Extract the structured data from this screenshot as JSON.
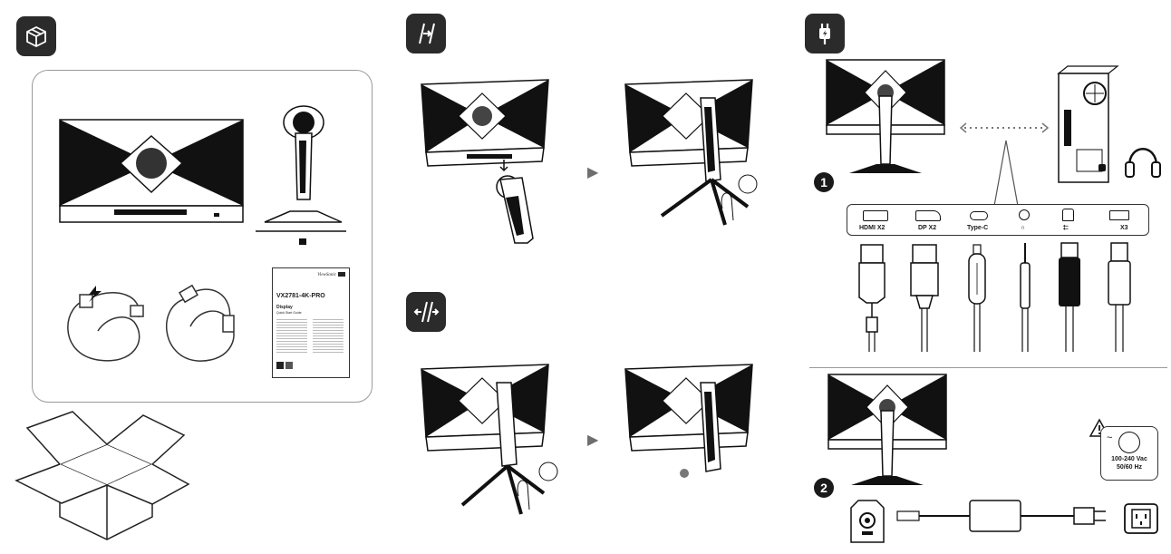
{
  "icons": [
    "box-icon",
    "stand-attach-icon",
    "stand-detach-icon",
    "power-plug-icon"
  ],
  "package": {
    "document": {
      "brand": "ViewSonic",
      "model": "VX2781-4K-PRO",
      "title": "Display",
      "subtitle": "Quick Start Guide"
    }
  },
  "ports": [
    {
      "label": "HDMI X2"
    },
    {
      "label": "DP X2"
    },
    {
      "label": "Type-C"
    },
    {
      "label": "∩"
    },
    {
      "label": "⮄"
    },
    {
      "label": "X3"
    }
  ],
  "steps": [
    "1",
    "2"
  ],
  "power": {
    "voltage": "100-240 Vac",
    "frequency": "50/60 Hz"
  },
  "colors": {
    "ink": "#1a1a1a",
    "badge": "#2b2b2b",
    "arrow": "#6e6e6e",
    "border": "#9a9a9a"
  }
}
